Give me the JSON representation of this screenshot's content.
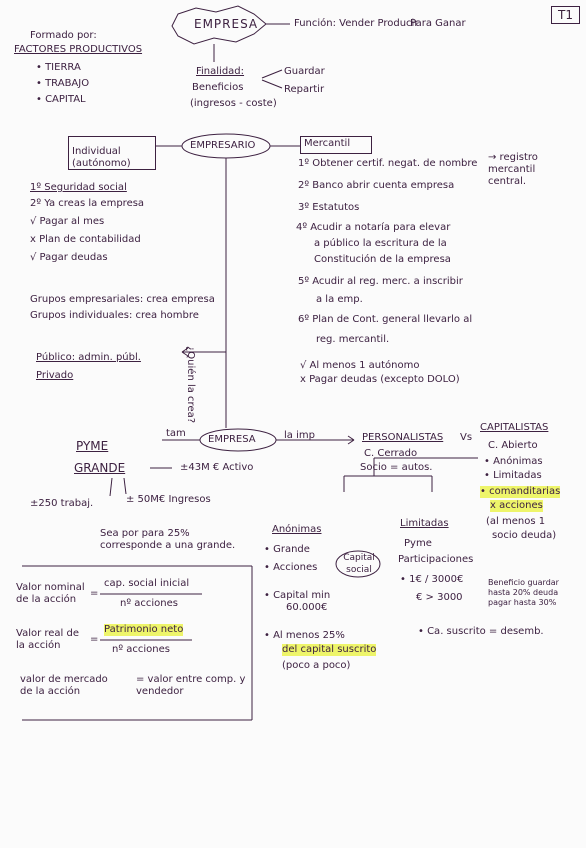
{
  "page_tag": "T1",
  "left_top": {
    "formado": "Formado por:",
    "factores": "FACTORES PRODUCTIVOS",
    "items": [
      "• TIERRA",
      "• TRABAJO",
      "• CAPITAL"
    ]
  },
  "empresa_center": "EMPRESA",
  "funcion": "Función: Vender  Producir",
  "para_ganar": "Para Ganar",
  "finalidad": "Finalidad:",
  "beneficios": "Beneficios",
  "ingresos": "(ingresos - coste)",
  "guardar": "Guardar",
  "repartir": "Repartir",
  "empresario": "EMPRESARIO",
  "individual": "Individual (autónomo)",
  "mercantil": "Mercantil",
  "ind_items": [
    "1º Seguridad social",
    "2º Ya creas la empresa",
    "√ Pagar al mes",
    "x Plan de contabilidad",
    "√ Pagar deudas"
  ],
  "merc_items": [
    "1º Obtener certif. negat. de nombre",
    "2º Banco abrir cuenta empresa",
    "3º Estatutos",
    "4º Acudir a notaría para elevar",
    "a público la escritura de la",
    "Constitución de la empresa",
    "5º Acudir al reg. merc. a inscribir",
    "a la emp.",
    "6º Plan de Cont. general llevarlo al",
    "reg. mercantil.",
    "√ Al menos 1 autónomo",
    "x Pagar deudas (excepto DOLO)"
  ],
  "registro": "→ registro mercantil central.",
  "grupos_emp": "Grupos empresariales: crea empresa",
  "grupos_ind": "Grupos individuales: crea hombre",
  "publico": "Público: admin. públ.",
  "privado": "Privado",
  "quien": "¿Quién la crea?",
  "empresa_imp": "EMPRESA",
  "tam": "tam",
  "la_imp": "la imp",
  "pyme": "PYME",
  "grande": "GRANDE",
  "activo": "±43M € Activo",
  "trabaj": "±250 trabaj.",
  "ingresos_50": "± 50M€ Ingresos",
  "sea_por": "Sea por para 25% corresponde a una grande.",
  "personalistas": "PERSONALISTAS",
  "vs": "Vs",
  "capitalistas": "CAPITALISTAS",
  "c_cerrado": "C. Cerrado",
  "socio_autos": "Socio = autos.",
  "cap_items": [
    "C. Abierto",
    "• Anónimas",
    "• Limitadas",
    "• comanditarias",
    "x acciones",
    "(al menos 1",
    "socio deuda)"
  ],
  "anonimas": "Anónimas",
  "limitadas": "Limitadas",
  "an_items": [
    "• Grande",
    "• Acciones",
    "• Capital min",
    "60.000€",
    "• Al menos 25%",
    "del capital suscrito",
    "(poco a poco)"
  ],
  "capital_social": "Capital social",
  "lim_items": [
    "Pyme",
    "Participaciones",
    "• 1€ / 3000€",
    "€ > 3000",
    "• Ca. suscrito = desemb."
  ],
  "beneficio_note": "Beneficio guardar hasta 20% deuda pagar hasta 30%",
  "valor_nominal_l": "Valor nominal de la acción",
  "valor_nominal_num": "cap. social inicial",
  "valor_nominal_den": "nº acciones",
  "valor_real_l": "Valor real de la acción",
  "valor_real_num": "Patrimonio neto",
  "valor_real_den": "nº acciones",
  "valor_mercado_l": "valor de mercado de la acción",
  "valor_mercado_r": "= valor entre comp. y vendedor",
  "eq": "="
}
